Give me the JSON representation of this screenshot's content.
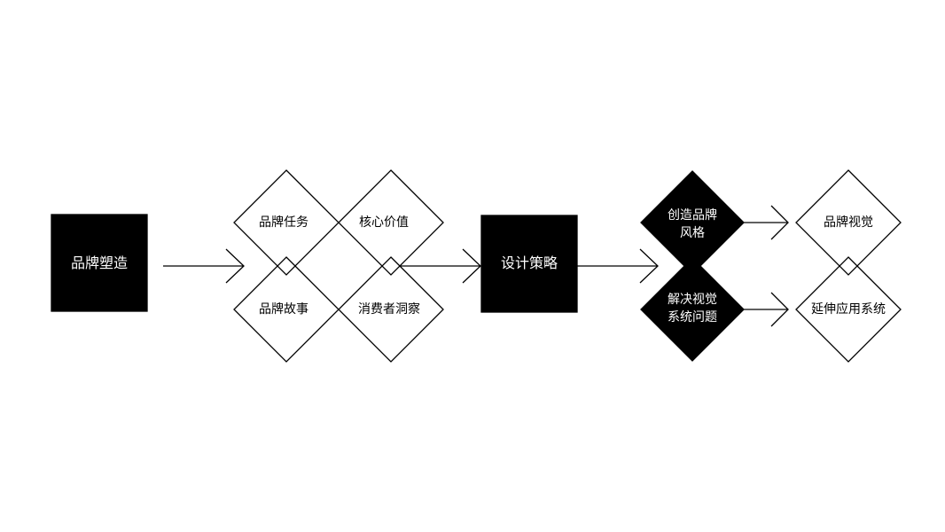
{
  "colors": {
    "fill_dark": "#000000",
    "fill_light": "#ffffff",
    "stroke": "#000000"
  },
  "nodes": {
    "brand_building": "品牌塑造",
    "brand_mission": "品牌任务",
    "core_value": "核心价值",
    "brand_story": "品牌故事",
    "consumer_insight": "消费者洞察",
    "design_strategy": "设计策略",
    "create_style": "创造品牌\n风格",
    "solve_visual": "解决视觉\n系统问题",
    "brand_visual": "品牌视觉",
    "extend_system": "延伸应用系统"
  }
}
